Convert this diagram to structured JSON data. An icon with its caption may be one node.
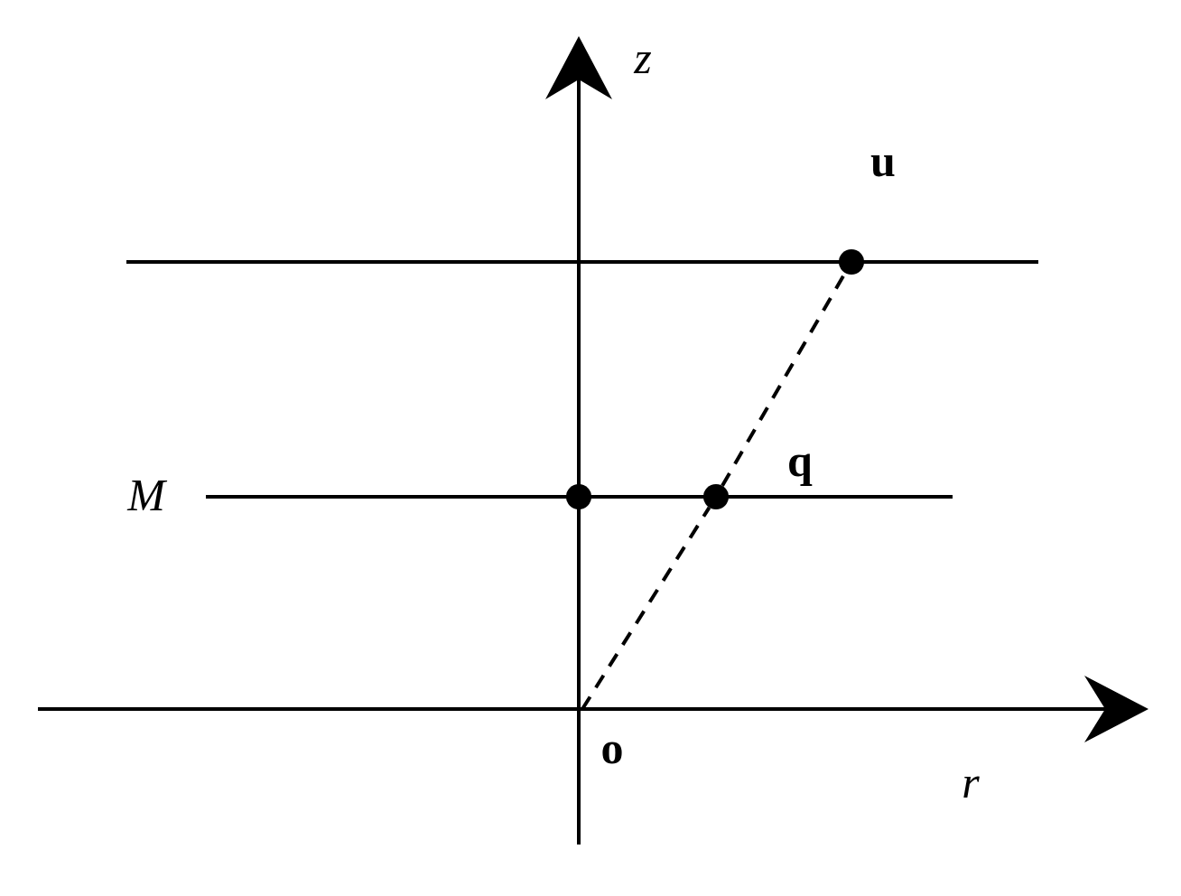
{
  "diagram": {
    "nodes": [
      {
        "text": [],
        "shape": "circle",
        "beside": [
          "u"
        ]
      },
      {
        "text": [],
        "shape": "circle",
        "beside": [
          "q"
        ]
      },
      {
        "text": [],
        "shape": "circle"
      }
    ],
    "edges": [
      {
        "from": null,
        "to": 1,
        "arrow": "none",
        "style": "dashed"
      },
      {
        "from": 1,
        "to": 0,
        "arrow": "none",
        "style": "dashed"
      }
    ],
    "labels": [
      "z",
      "M",
      "o",
      "r"
    ]
  }
}
